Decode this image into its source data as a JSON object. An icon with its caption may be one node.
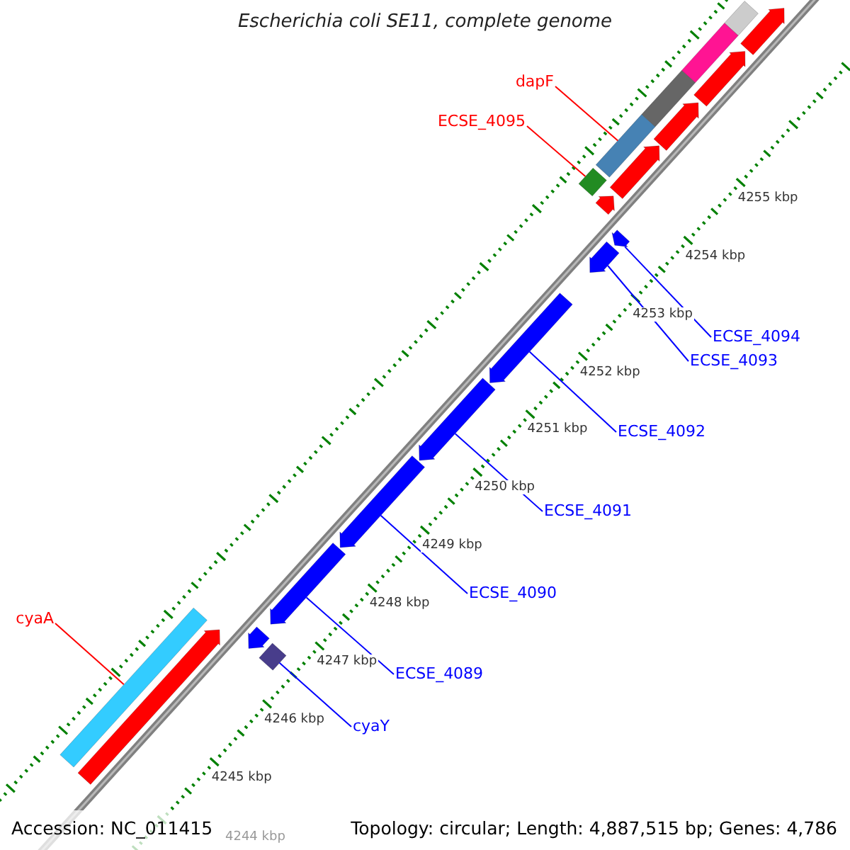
{
  "diagram": {
    "title": "Escherichia coli SE11, complete genome",
    "nodes": [
      {
        "text": [
          "dapF"
        ]
      },
      {
        "text": [
          "ECSE_4095"
        ]
      },
      {
        "text": [
          "ECSE_4094"
        ]
      },
      {
        "text": [
          "ECSE_4093"
        ]
      },
      {
        "text": [
          "ECSE_4092"
        ]
      },
      {
        "text": [
          "ECSE_4091"
        ]
      },
      {
        "text": [
          "ECSE_4090"
        ]
      },
      {
        "text": [
          "cyaA"
        ]
      },
      {
        "text": [
          "ECSE_4089"
        ]
      },
      {
        "text": [
          "cyaY"
        ]
      },
      {
        "text": [],
        "shape": "box"
      },
      {
        "text": [],
        "shape": "arrow"
      },
      {
        "text": [],
        "shape": "box"
      },
      {
        "text": [],
        "shape": "arrow"
      },
      {
        "text": [],
        "shape": "box"
      },
      {
        "text": [],
        "shape": "arrow"
      },
      {
        "text": [],
        "shape": "box"
      },
      {
        "text": [],
        "shape": "arrow"
      },
      {
        "text": [],
        "shape": "diamond"
      },
      {
        "text": [],
        "shape": "arrow"
      },
      {
        "text": [],
        "shape": "arrow"
      },
      {
        "text": [],
        "shape": "arrow"
      },
      {
        "text": [],
        "shape": "arrow"
      },
      {
        "text": [],
        "shape": "arrow"
      },
      {
        "text": [],
        "shape": "arrow"
      },
      {
        "text": [],
        "shape": "arrow"
      },
      {
        "text": [],
        "shape": "arrow"
      },
      {
        "text": [],
        "shape": "diamond"
      },
      {
        "text": [],
        "shape": "box"
      },
      {
        "text": [],
        "shape": "arrow"
      }
    ],
    "edges": [
      {
        "from": 0,
        "to": 16,
        "arrow": "none",
        "color": "#ff0000"
      },
      {
        "from": 1,
        "to": 18,
        "arrow": "none",
        "color": "#ff0000"
      },
      {
        "from": 2,
        "to": 20,
        "arrow": "none"
      },
      {
        "from": 3,
        "to": 21,
        "arrow": "none"
      },
      {
        "from": 4,
        "to": 22,
        "arrow": "none"
      },
      {
        "from": 5,
        "to": 23,
        "arrow": "none"
      },
      {
        "from": 6,
        "to": 24,
        "arrow": "none"
      },
      {
        "from": 7,
        "to": 28,
        "arrow": "none",
        "color": "#ff0000"
      },
      {
        "from": 8,
        "to": 25,
        "arrow": "none"
      },
      {
        "from": 9,
        "to": 27,
        "arrow": "none"
      }
    ],
    "labels": [
      "4255 kbp",
      "4254 kbp",
      "4253 kbp",
      "4252 kbp",
      "4251 kbp",
      "4250 kbp",
      "4249 kbp",
      "4248 kbp",
      "4247 kbp",
      "4246 kbp",
      "4245 kbp",
      "4244 kbp",
      "Accession: NC_011415",
      "Topology: circular; Length: 4,887,515 bp; Genes: 4,786"
    ]
  }
}
